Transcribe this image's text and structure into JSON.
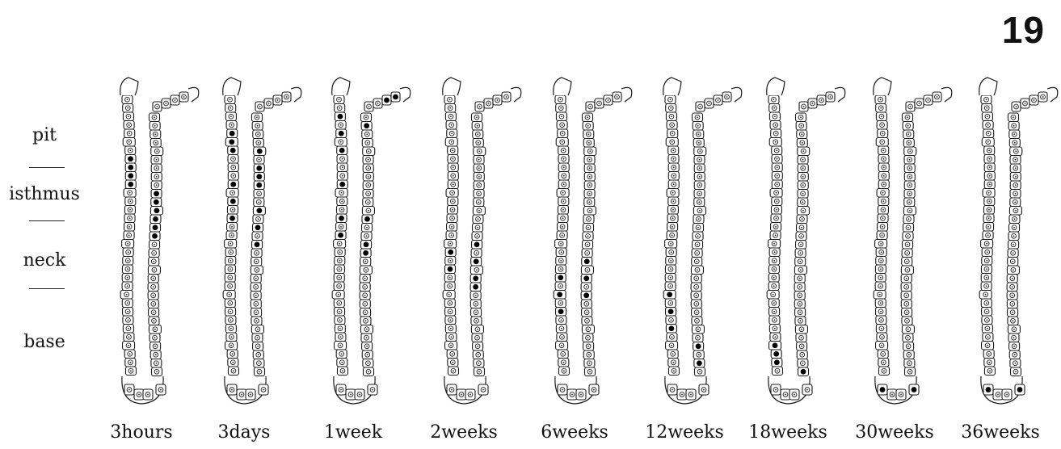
{
  "figure_number": "19",
  "zones": [
    "pit",
    "isthmus",
    "neck",
    "base"
  ],
  "glands": [
    {
      "label": "3hours",
      "labeled": {
        "L": [
          7,
          8,
          9,
          10
        ],
        "R": [
          9,
          10,
          11,
          12,
          13,
          14
        ]
      }
    },
    {
      "label": "3days",
      "labeled": {
        "L": [
          4,
          5,
          6,
          10,
          12,
          14
        ],
        "R": [
          4,
          6,
          7,
          8,
          11,
          13,
          15
        ]
      }
    },
    {
      "label": "1week",
      "labeled": {
        "L": [
          2,
          4,
          6,
          10,
          14,
          16
        ],
        "R": [
          1,
          12,
          15,
          16
        ]
      }
    },
    {
      "label": "2weeks",
      "labeled": {
        "L": [
          18,
          20
        ],
        "R": [
          15,
          17,
          19,
          20
        ]
      }
    },
    {
      "label": "6weeks",
      "labeled": {
        "L": [
          21,
          23,
          25
        ],
        "R": [
          17,
          19,
          21
        ]
      }
    },
    {
      "label": "12weeks",
      "labeled": {
        "L": [
          23,
          25,
          27
        ],
        "R": [
          27,
          29
        ]
      }
    },
    {
      "label": "18weeks",
      "labeled": {
        "L": [
          29,
          30,
          31
        ],
        "R": [
          30,
          32
        ]
      }
    },
    {
      "label": "30weeks",
      "labeled": {
        "L": [],
        "R": [],
        "B": [
          0,
          3
        ]
      }
    },
    {
      "label": "36weeks",
      "labeled": {
        "L": [],
        "R": [],
        "B": [
          0,
          3
        ]
      }
    }
  ]
}
